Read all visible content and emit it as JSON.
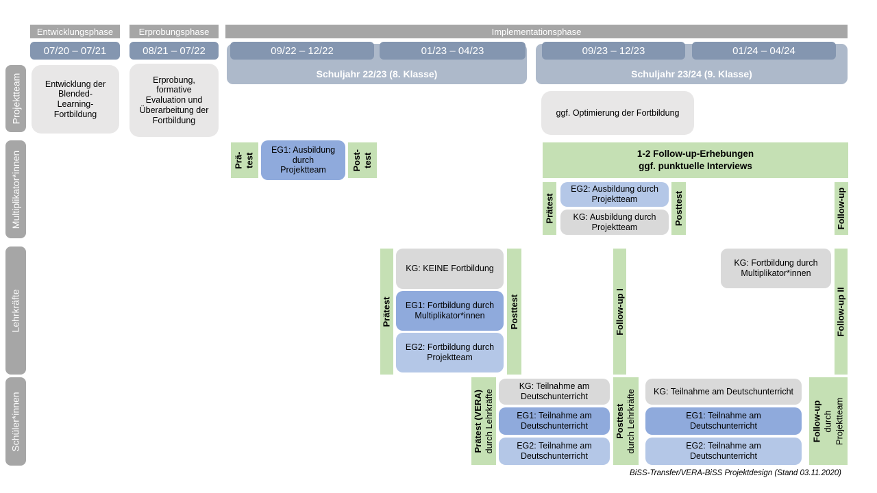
{
  "phases": [
    {
      "label": "Entwicklungsphase"
    },
    {
      "label": "Erprobungsphase"
    },
    {
      "label": "Implementationsphase"
    }
  ],
  "date_ranges": [
    {
      "label": "07/20 – 07/21"
    },
    {
      "label": "08/21 – 07/22"
    },
    {
      "label": "09/22 – 12/22"
    },
    {
      "label": "01/23 – 04/23"
    },
    {
      "label": "09/23 – 12/23"
    },
    {
      "label": "01/24 – 04/24"
    }
  ],
  "school_years": [
    {
      "label": "Schuljahr 22/23 (8. Klasse)"
    },
    {
      "label": "Schuljahr 23/24 (9. Klasse)"
    }
  ],
  "row_labels": [
    {
      "label": "Projektteam"
    },
    {
      "label": "Multiplikator*innen"
    },
    {
      "label": "Lehrkräfte"
    },
    {
      "label": "Schüler*innen"
    }
  ],
  "projektteam": {
    "entwicklung": "Entwicklung der Blended-Learning-Fortbildung",
    "erprobung": "Erprobung, formative Evaluation und Überarbeitung der Fortbildung",
    "optimierung": "ggf. Optimierung der Fortbildung"
  },
  "multiplikatoren": {
    "praetest1_lines": [
      "Prä-",
      "test"
    ],
    "eg1": "EG1: Ausbildung durch Projektteam",
    "posttest1_lines": [
      "Post-",
      "test"
    ],
    "followup_box_lines": [
      "1-2 Follow-up-Erhebungen",
      "ggf. punktuelle Interviews"
    ],
    "praetest2": "Prätest",
    "eg2": "EG2: Ausbildung durch Projektteam",
    "kg": "KG: Ausbildung durch Projektteam",
    "posttest2": "Posttest",
    "followup": "Follow-up"
  },
  "lehrkraefte": {
    "praetest": "Prätest",
    "kg": "KG: KEINE Fortbildung",
    "eg1": "EG1: Fortbildung durch Multiplikator*innen",
    "eg2": "EG2: Fortbildung durch Projektteam",
    "posttest": "Posttest",
    "followup1": "Follow-up I",
    "kg2": "KG: Fortbildung durch Multiplikator*innen",
    "followup2": "Follow-up II"
  },
  "schueler": {
    "praetest_lines": [
      "Prätest (VERA)",
      "durch Lehrkräfte"
    ],
    "block1": {
      "kg": "KG: Teilnahme am Deutschunterricht",
      "eg1": "EG1: Teilnahme am Deutschunterricht",
      "eg2": "EG2: Teilnahme am Deutschunterricht"
    },
    "posttest_lines": [
      "Posttest",
      "durch Lehrkräfte"
    ],
    "block2": {
      "kg": "KG: Teilnahme am Deutschunterricht",
      "eg1": "EG1: Teilnahme am Deutschunterricht",
      "eg2": "EG2: Teilnahme am Deutschunterricht"
    },
    "followup_lines": [
      "Follow-up",
      "durch",
      "Projektteam"
    ]
  },
  "footer": "BiSS-Transfer/VERA-BiSS Projektdesign (Stand 03.11.2020)",
  "colors": {
    "phase_bar": "#a6a6a6",
    "date_bar": "#8496b0",
    "year_bar": "#adb9ca",
    "row_label": "#a6a6a6",
    "light_gray_box": "#e8e7e7",
    "gray_box": "#d9d9d9",
    "blue_medium": "#8faadc",
    "blue_light": "#b4c7e7",
    "green": "#c5e0b4"
  }
}
